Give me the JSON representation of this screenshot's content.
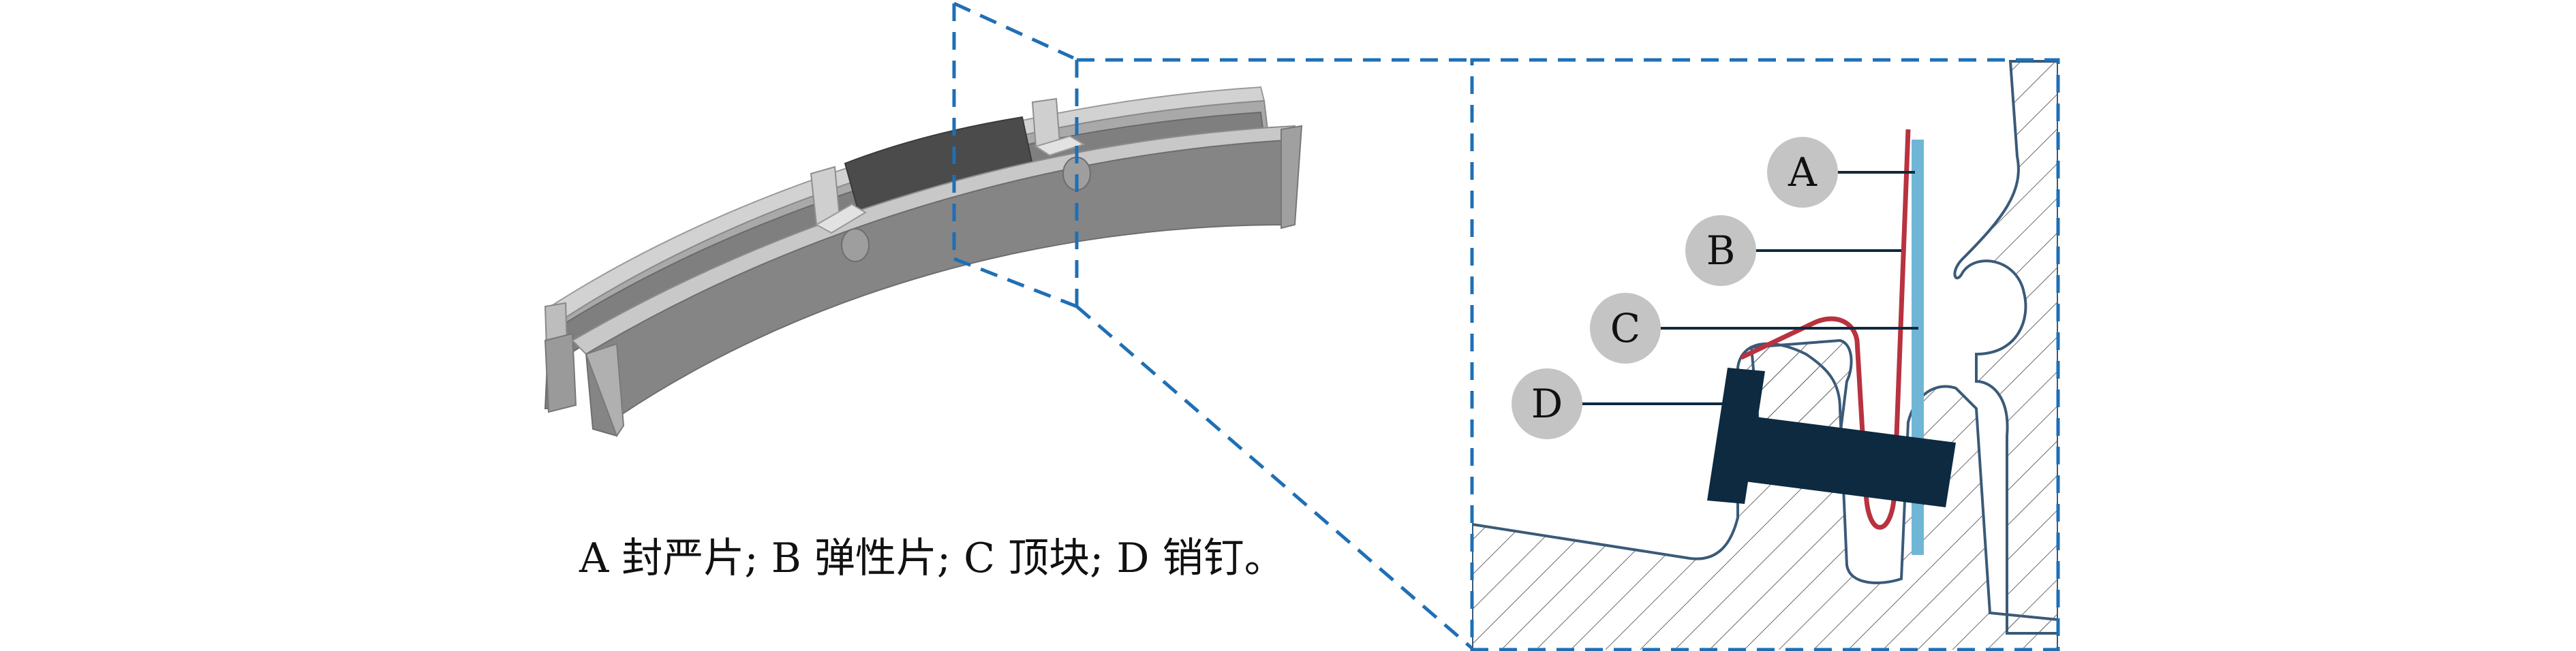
{
  "callouts": [
    {
      "letter": "A"
    },
    {
      "letter": "B"
    },
    {
      "letter": "C"
    },
    {
      "letter": "D"
    }
  ],
  "caption": "A 封严片; B 弹性片; C 顶块; D 销钉。",
  "colors": {
    "dashed_frame": "#1f6fb5",
    "seal_plate": "#6fb6d6",
    "spring_plate": "#b8323f",
    "pin": "#0d2a40",
    "callout_circle": "#c4c4c4",
    "leader_line": "#0d2a40",
    "segment_gray": "#8a8a8a"
  }
}
